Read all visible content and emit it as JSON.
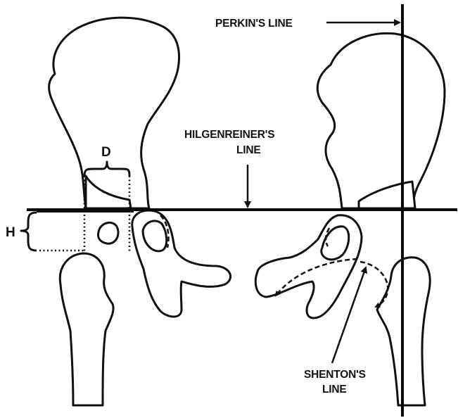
{
  "labels": {
    "perkins_line": "PERKIN'S LINE",
    "hilgenreiner_line_1": "HILGENREINER'S",
    "hilgenreiner_line_2": "LINE",
    "d_label": "D",
    "h_label": "H",
    "shenton_line_1": "SHENTON'S",
    "shenton_line_2": "LINE"
  },
  "colors": {
    "ink": "#111111",
    "background": "#ffffff"
  }
}
